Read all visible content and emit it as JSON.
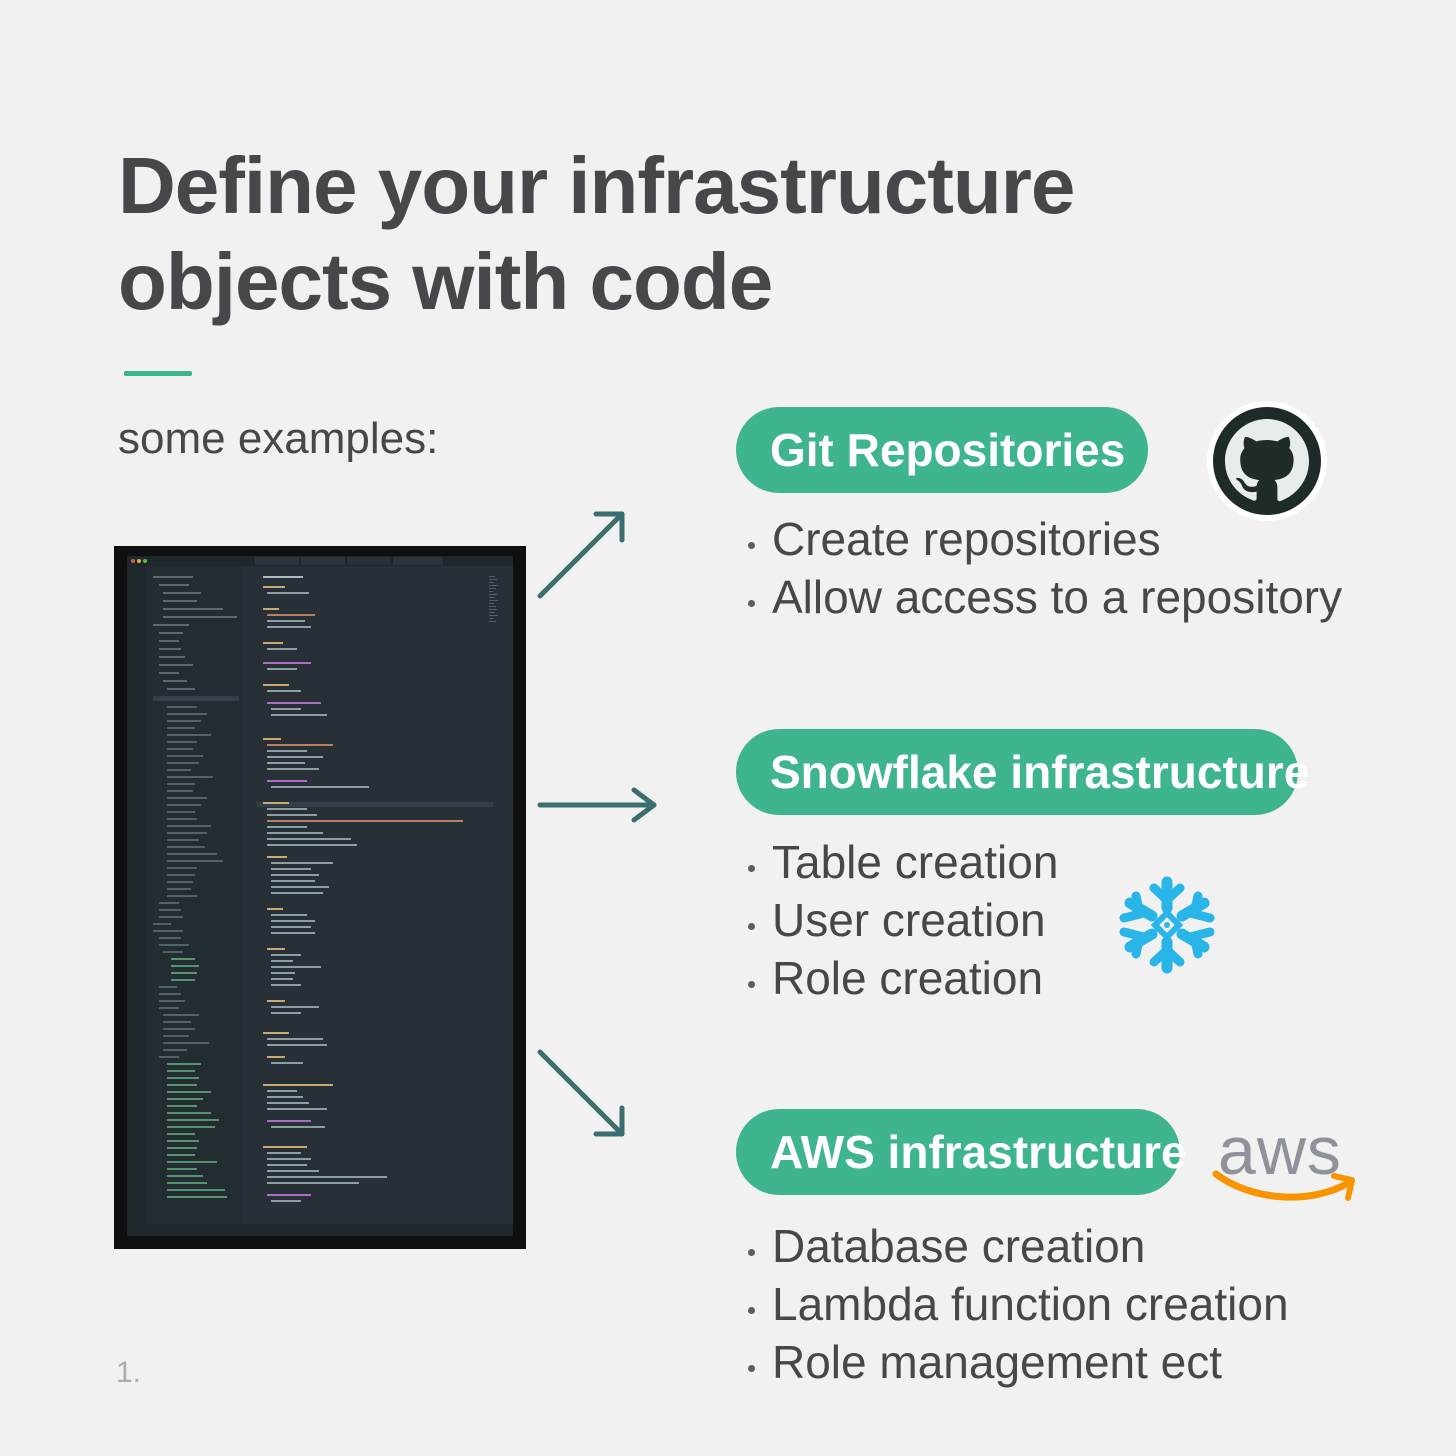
{
  "title": {
    "line1": "Define your infrastructure",
    "line2": "objects with code"
  },
  "examples_label": "some examples:",
  "page_number": "1.",
  "sections": [
    {
      "heading": "Git Repositories",
      "logo": "github-icon",
      "bullets": [
        "Create repositories",
        "Allow access to a repository"
      ]
    },
    {
      "heading": "Snowflake infrastructure",
      "logo": "snowflake-icon",
      "bullets": [
        "Table creation",
        "User creation",
        "Role creation"
      ]
    },
    {
      "heading": "AWS infrastructure",
      "logo": "aws-icon",
      "logo_text": "aws",
      "bullets": [
        "Database creation",
        "Lambda function creation",
        "Role management ect"
      ]
    }
  ],
  "colors": {
    "accent": "#3fb490",
    "text": "#45474b",
    "background": "#f1f1f1",
    "arrow": "#3b6e6c",
    "snowflake": "#29b5e8",
    "aws_orange": "#f79400"
  }
}
